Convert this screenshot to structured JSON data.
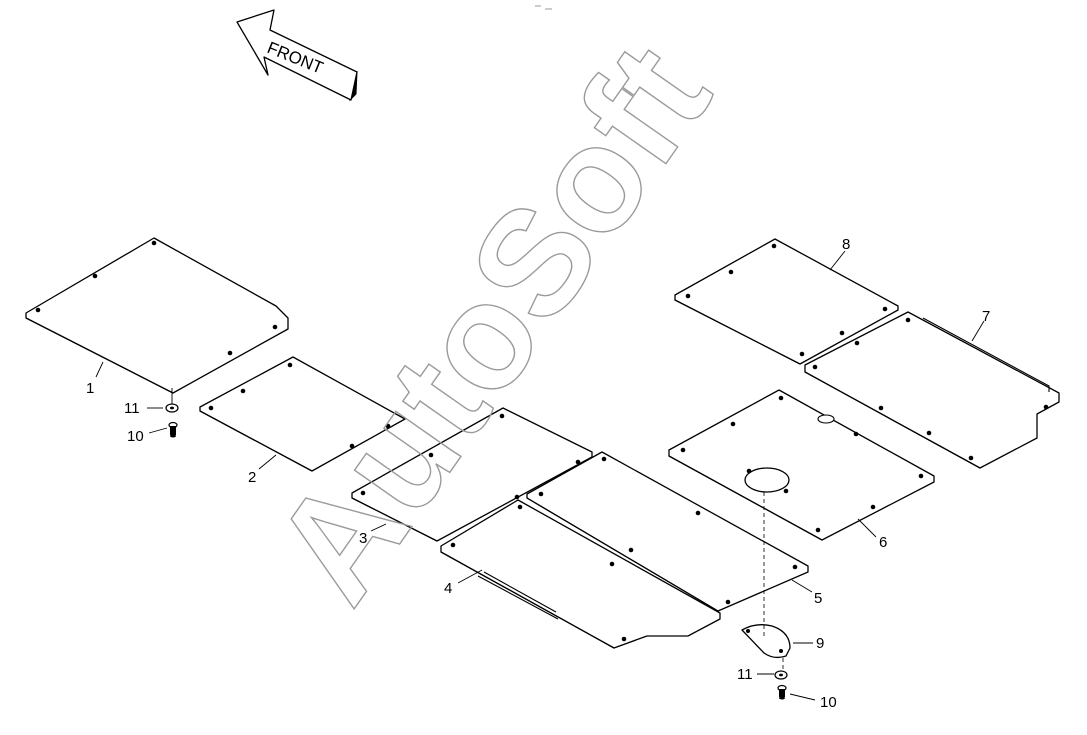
{
  "front_label": "FRONT",
  "watermark": "AutoSoft",
  "callouts": {
    "p1": "1",
    "p2": "2",
    "p3": "3",
    "p4": "4",
    "p5": "5",
    "p6": "6",
    "p7": "7",
    "p8": "8",
    "p9": "9",
    "washer_left": "11",
    "bolt_left": "10",
    "washer_right": "11",
    "bolt_right": "10"
  }
}
